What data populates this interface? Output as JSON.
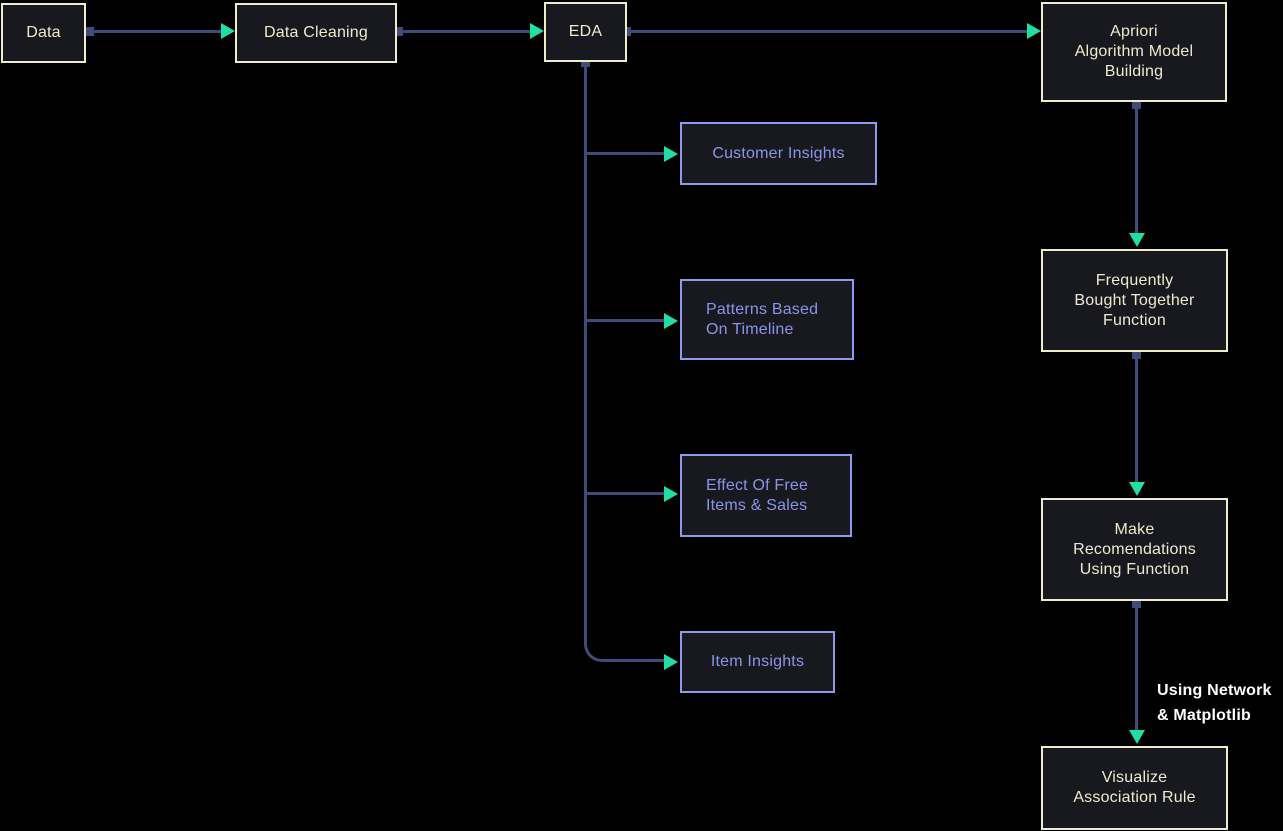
{
  "colors": {
    "background": "#000000",
    "node_fill": "#18181f",
    "process_border": "#f0ebc9",
    "process_text": "#efeacc",
    "insight_border": "#8e9aee",
    "insight_text": "#8a95ea",
    "edge_line": "#3d4c7b",
    "arrowhead": "#20dfa2",
    "annotation_text": "#ffffff"
  },
  "nodes": {
    "data": {
      "label": "Data"
    },
    "data_cleaning": {
      "label": "Data Cleaning"
    },
    "eda": {
      "label": "EDA"
    },
    "apriori": {
      "label": "Apriori\nAlgorithm Model\nBuilding"
    },
    "frequently_bought": {
      "label": "Frequently\nBought Together\nFunction"
    },
    "make_recommendations": {
      "label": "Make\nRecomendations\nUsing Function"
    },
    "visualize_rule": {
      "label": "Visualize\nAssociation Rule"
    },
    "customer_insights": {
      "label": "Customer Insights"
    },
    "patterns_timeline": {
      "label": "Patterns Based\nOn Timeline"
    },
    "effect_free_items": {
      "label": "Effect Of Free\nItems & Sales"
    },
    "item_insights": {
      "label": "Item Insights"
    }
  },
  "edges": {
    "annotation": {
      "label": "Using Network\n& Matplotlib"
    }
  }
}
